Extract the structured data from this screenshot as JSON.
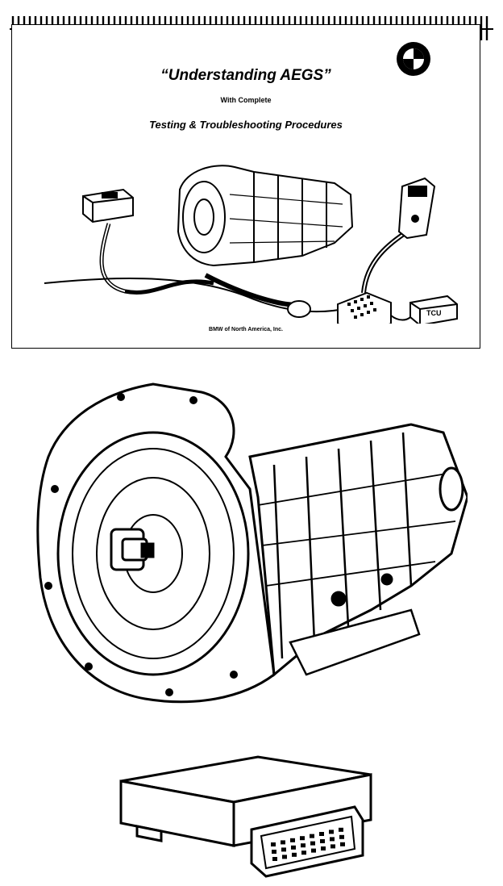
{
  "cover": {
    "title": "“Understanding AEGS”",
    "subtitle": "With Complete",
    "subtitle2": "Testing & Troubleshooting Procedures",
    "publisher": "BMW of North America, Inc."
  },
  "icons": {
    "logo": "bmw-roundel-icon",
    "ecu_small_label": "TCU"
  }
}
